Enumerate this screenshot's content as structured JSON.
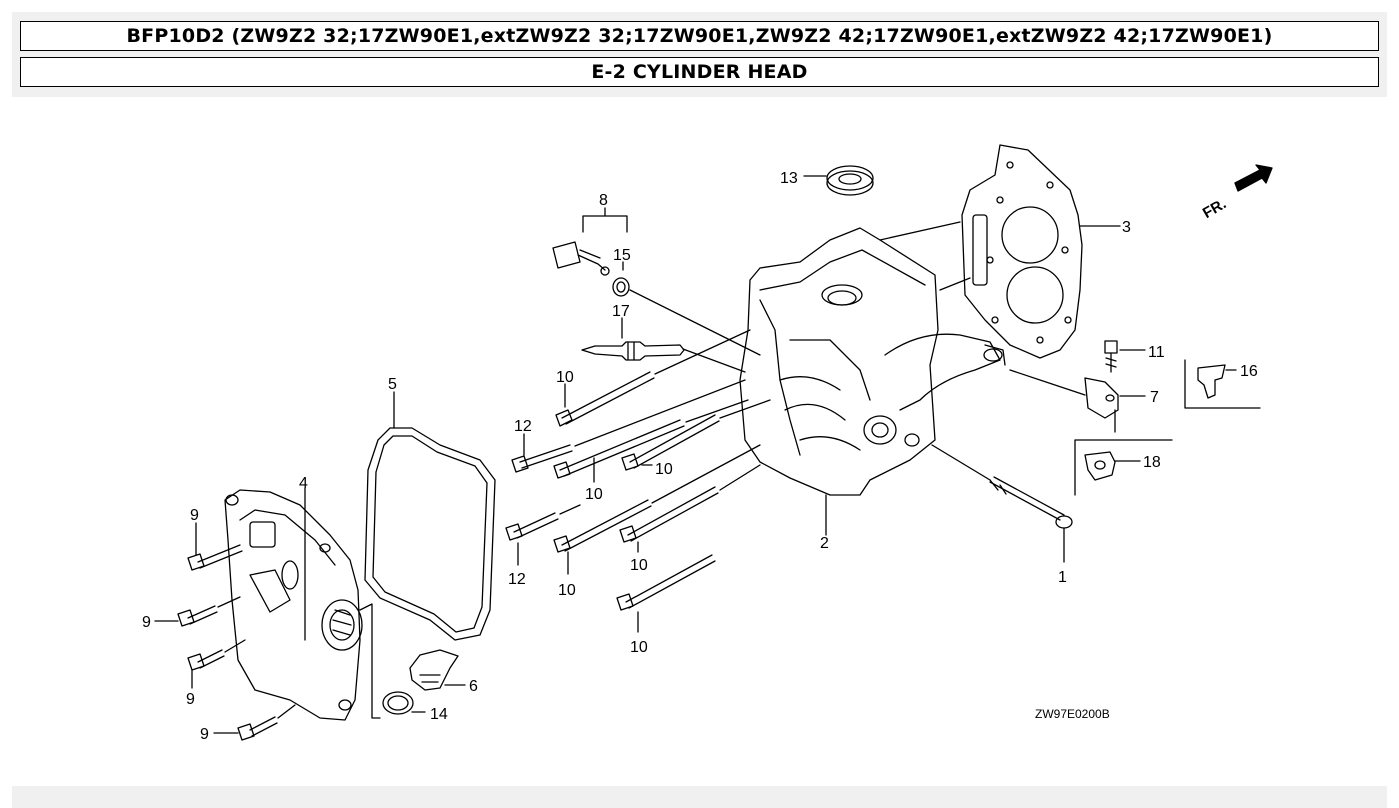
{
  "header": {
    "model_line": "BFP10D2 (ZW9Z2 32;17ZW90E1,extZW9Z2 32;17ZW90E1,ZW9Z2 42;17ZW90E1,extZW9Z2 42;17ZW90E1)",
    "section_title": "E-2 CYLINDER HEAD"
  },
  "diagram": {
    "drawing_code": "ZW97E0200B",
    "front_marker": "FR.",
    "callouts": {
      "c1": "1",
      "c2": "2",
      "c3": "3",
      "c4": "4",
      "c5": "5",
      "c6": "6",
      "c7": "7",
      "c8": "8",
      "c9a": "9",
      "c9b": "9",
      "c9c": "9",
      "c9d": "9",
      "c10a": "10",
      "c10b": "10",
      "c10c": "10",
      "c10d": "10",
      "c10e": "10",
      "c10f": "10",
      "c11": "11",
      "c12a": "12",
      "c12b": "12",
      "c13": "13",
      "c14": "14",
      "c15": "15",
      "c16": "16",
      "c17": "17",
      "c18": "18"
    }
  }
}
